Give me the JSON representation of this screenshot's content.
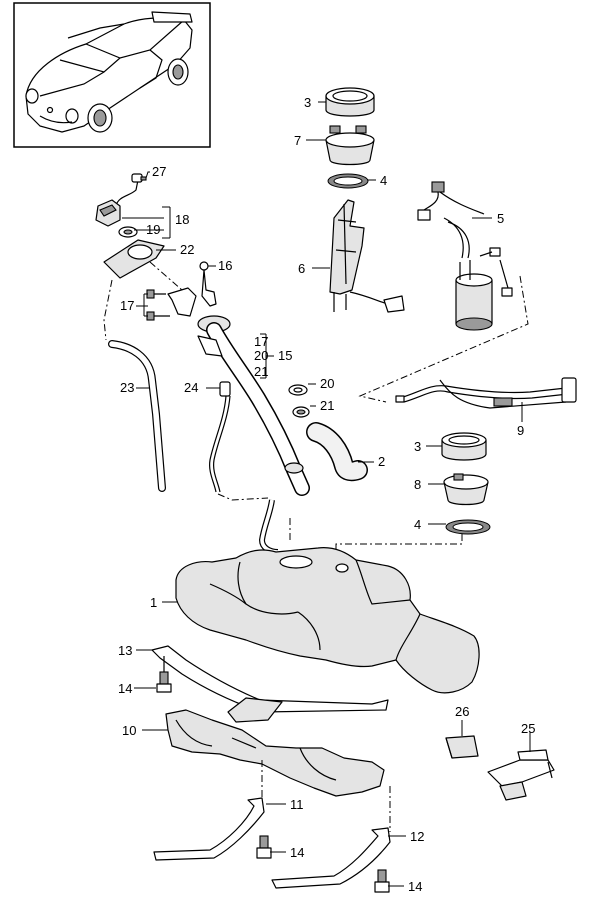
{
  "diagram": {
    "title": "Fuel tank, fuel pump and filler neck",
    "labels": {
      "l27": "27",
      "l18": "18",
      "l19": "19",
      "l22": "22",
      "l16": "16",
      "l17a": "17",
      "l17b": "17",
      "l20a": "20",
      "l21a": "21",
      "l15": "15",
      "l23": "23",
      "l24": "24",
      "l20b": "20",
      "l21b": "21",
      "l2": "2",
      "l3a": "3",
      "l7": "7",
      "l4a": "4",
      "l5": "5",
      "l6": "6",
      "l9": "9",
      "l3b": "3",
      "l8": "8",
      "l4b": "4",
      "l1": "1",
      "l13": "13",
      "l14a": "14",
      "l10": "10",
      "l26": "26",
      "l25": "25",
      "l11": "11",
      "l12": "12",
      "l14b": "14",
      "l14c": "14"
    }
  }
}
